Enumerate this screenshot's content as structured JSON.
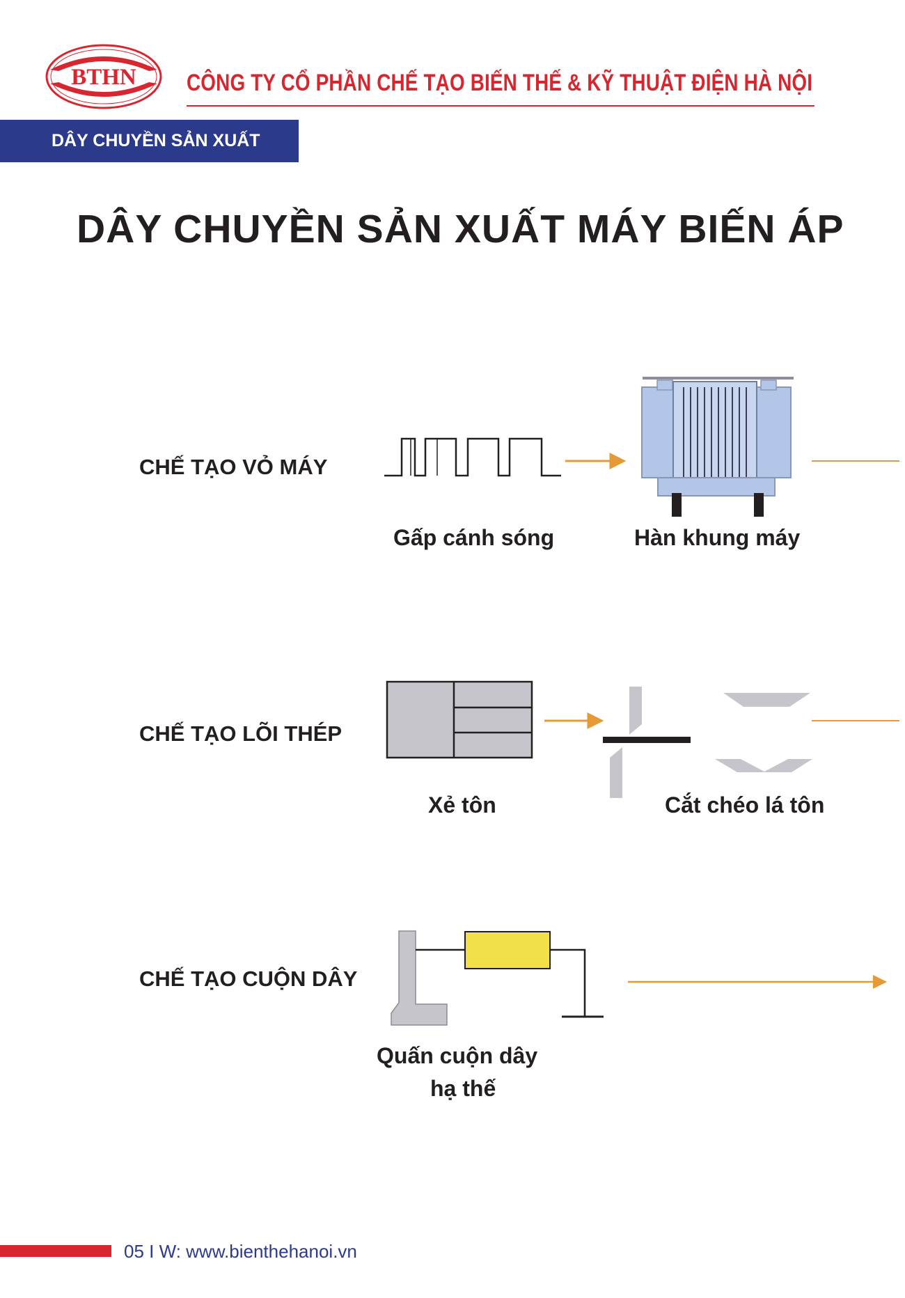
{
  "header": {
    "logo_text": "BTHN",
    "company_name": "CÔNG TY CỔ PHẦN CHẾ TẠO BIẾN THẾ & KỸ THUẬT ĐIỆN HÀ NỘI",
    "section_label": "DÂY CHUYỀN SẢN XUẤT"
  },
  "main": {
    "title": "DÂY CHUYỀN SẢN XUẤT MÁY BIẾN ÁP",
    "rows": [
      {
        "label": "CHẾ TẠO VỎ MÁY",
        "steps": [
          "Gấp cánh sóng",
          "Hàn khung máy"
        ]
      },
      {
        "label": "CHẾ TẠO LÕI THÉP",
        "steps": [
          "Xẻ tôn",
          "Cắt chéo lá tôn"
        ]
      },
      {
        "label": "CHẾ TẠO CUỘN DÂY",
        "steps": [
          "Quấn cuộn dây",
          "hạ thế"
        ]
      }
    ]
  },
  "footer": {
    "page_number": "05",
    "separator": "I",
    "website_prefix": "W:",
    "website": "www.bienthehanoi.vn"
  },
  "colors": {
    "brand_red": "#d7262f",
    "navy": "#2c3a8c",
    "arrow_orange": "#e59a36",
    "tank_blue": "#b4c6e7",
    "steel_gray": "#c7c5cc",
    "coil_yellow": "#f2e04a"
  },
  "icons": [
    "corrugated-fin-icon",
    "transformer-tank-icon",
    "steel-sheet-slitting-icon",
    "diagonal-cut-icon",
    "winding-machine-icon",
    "flow-arrow-icon"
  ]
}
